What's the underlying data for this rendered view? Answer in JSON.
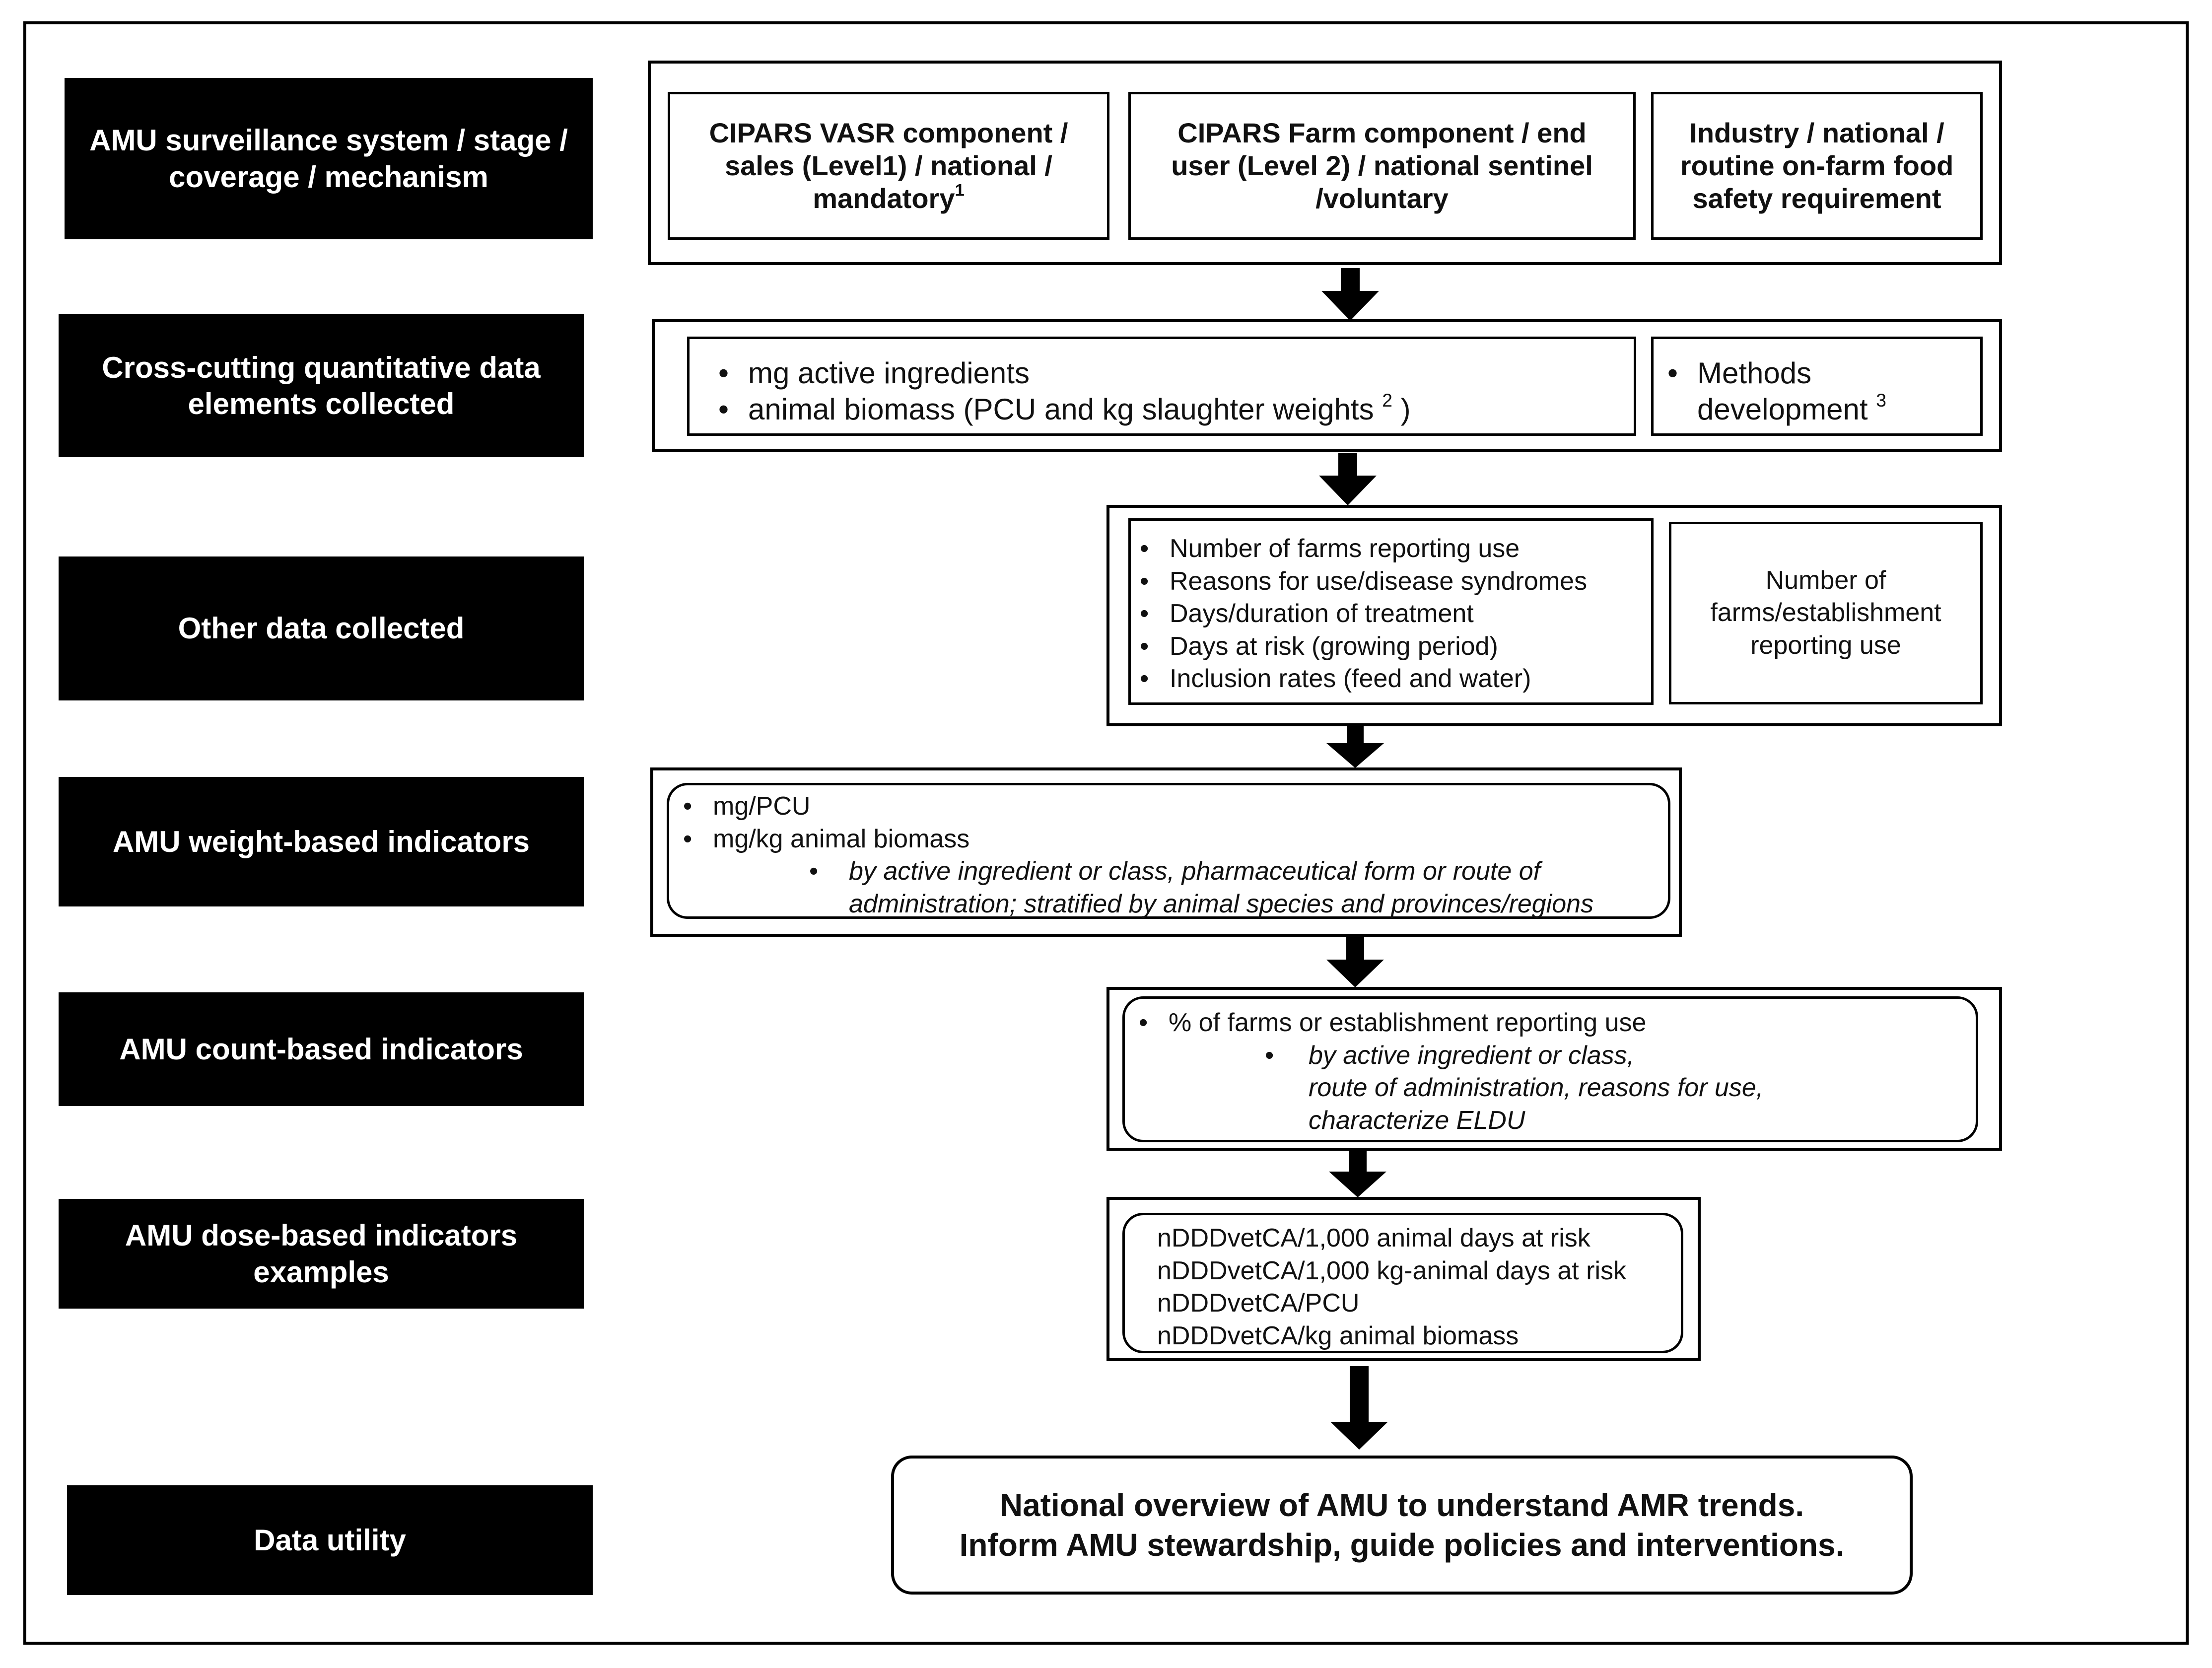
{
  "labels": [
    {
      "id": "surveillance",
      "text": "AMU surveillance system / stage / coverage / mechanism"
    },
    {
      "id": "cross",
      "text": "Cross-cutting quantitative data elements collected"
    },
    {
      "id": "other",
      "text": "Other data collected"
    },
    {
      "id": "weight",
      "text": "AMU weight-based indicators"
    },
    {
      "id": "count",
      "text": "AMU count-based indicators"
    },
    {
      "id": "dose",
      "text": "AMU dose-based indicators examples"
    },
    {
      "id": "utility",
      "text": "Data utility"
    }
  ],
  "row1": {
    "vasr": {
      "text": "CIPARS VASR component / sales (Level1) / national / mandatory",
      "sup": "1"
    },
    "farm": {
      "text": "CIPARS Farm component / end user (Level 2) / national sentinel /voluntary"
    },
    "industry": {
      "text": "Industry / national / routine on-farm food safety requirement"
    }
  },
  "row2": {
    "left": [
      {
        "text": "mg active ingredients",
        "sup": ""
      },
      {
        "text": "animal biomass (PCU and kg slaughter weights ",
        "sup": "2",
        "after": " )"
      }
    ],
    "right": {
      "text": "Methods development ",
      "sup": "3"
    }
  },
  "row3": {
    "left": [
      "Number of farms reporting use",
      "Reasons for use/disease syndromes",
      "Days/duration of treatment",
      "Days at risk (growing period)",
      "Inclusion rates (feed and water)"
    ],
    "right": "Number of farms/establishment reporting use"
  },
  "row4": {
    "items": [
      "mg/PCU",
      "mg/kg animal biomass"
    ],
    "sub": [
      "by active ingredient or class, pharmaceutical form or route of",
      "administration; stratified by animal species and provinces/regions"
    ]
  },
  "row5": {
    "item": "% of farms or establishment reporting use",
    "sub": [
      "by active ingredient or class,",
      "route of administration, reasons for use,",
      "characterize ELDU"
    ]
  },
  "row6": {
    "lines": [
      "nDDDvetCA/1,000 animal days at risk",
      "nDDDvetCA/1,000 kg-animal days at risk",
      "nDDDvetCA/PCU",
      "nDDDvetCA/kg animal biomass"
    ]
  },
  "row7": {
    "lines": [
      "National overview of AMU to understand AMR trends.",
      "Inform AMU stewardship, guide policies and interventions."
    ]
  }
}
